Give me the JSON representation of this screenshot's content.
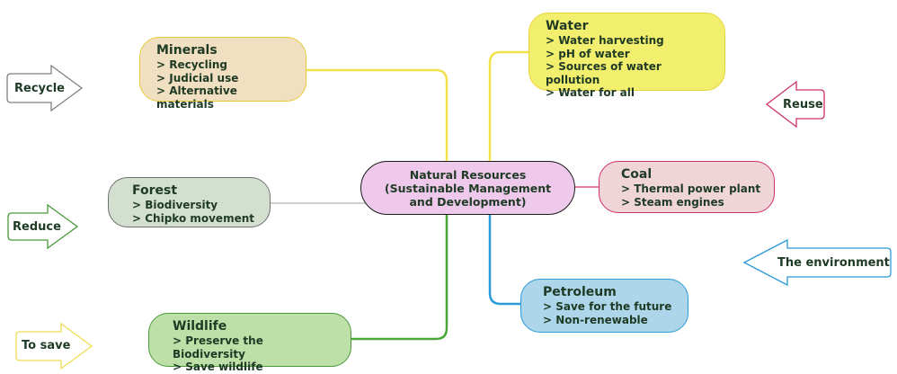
{
  "center": {
    "lines": [
      "Natural Resources",
      "(Sustainable Management",
      "and Development)"
    ]
  },
  "branches": {
    "minerals": {
      "title": "Minerals",
      "items": [
        "> Recycling",
        "> Judicial use",
        "> Alternative materials"
      ],
      "color": "#f0dfc1",
      "border": "#e8c93a"
    },
    "forest": {
      "title": "Forest",
      "items": [
        "> Biodiversity",
        "> Chipko movement"
      ],
      "color": "#d3e0d0",
      "border": "#707070"
    },
    "wildlife": {
      "title": "Wildlife",
      "items": [
        "> Preserve the Biodiversity",
        "> Save wildlife"
      ],
      "color": "#bde0a8",
      "border": "#4a9a3a"
    },
    "water": {
      "title": "Water",
      "items": [
        "> Water harvesting",
        "> pH of water",
        "> Sources of water pollution",
        "> Water for all"
      ],
      "color": "#f3ef6e",
      "border": "#e8d33a"
    },
    "coal": {
      "title": "Coal",
      "items": [
        "> Thermal power plant",
        "> Steam engines"
      ],
      "color": "#efd5d7",
      "border": "#d0306a"
    },
    "petroleum": {
      "title": "Petroleum",
      "items": [
        "> Save for the future",
        "> Non-renewable"
      ],
      "color": "#add6ea",
      "border": "#2a9ad8"
    }
  },
  "arrows": {
    "recycle": {
      "label": "Recycle",
      "color": "#808080"
    },
    "reduce": {
      "label": "Reduce",
      "color": "#4a9a3a"
    },
    "to_save": {
      "label": "To save",
      "color": "#e8d33a"
    },
    "reuse": {
      "label": "Reuse",
      "color": "#d0306a"
    },
    "environment": {
      "label": "The environment",
      "color": "#2a9ad8"
    }
  }
}
